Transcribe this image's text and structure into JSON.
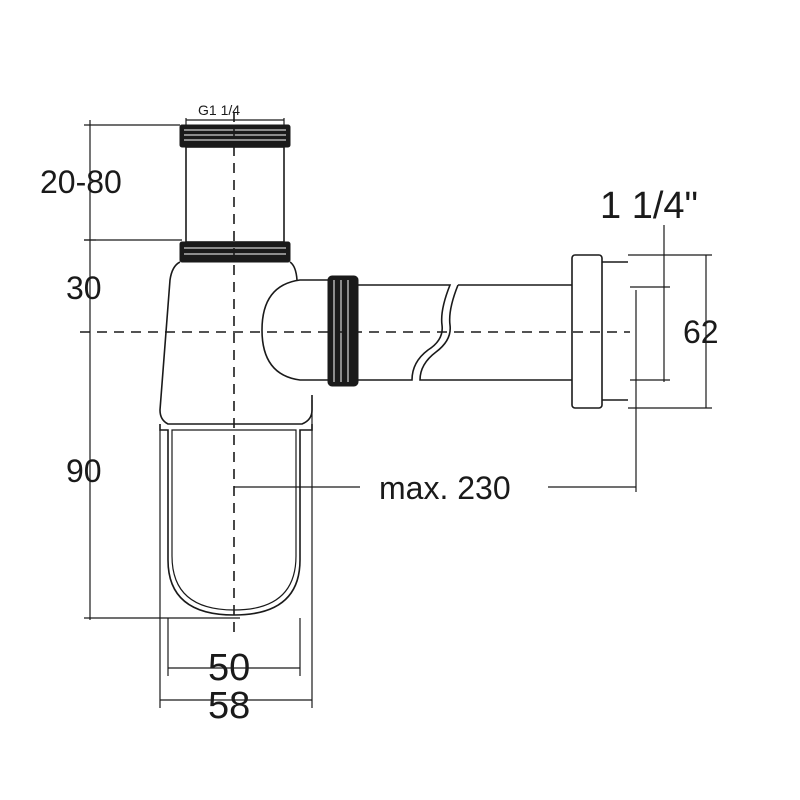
{
  "labels": {
    "thread_size": "G1 1/4",
    "adjust_range": "20-80",
    "height_30": "30",
    "height_90": "90",
    "outlet_size": "1 1/4\"",
    "wall_height": "62",
    "max_length": "max. 230",
    "width_inner": "50",
    "width_outer": "58"
  },
  "colors": {
    "line": "#1a1a1a",
    "background": "#ffffff"
  }
}
